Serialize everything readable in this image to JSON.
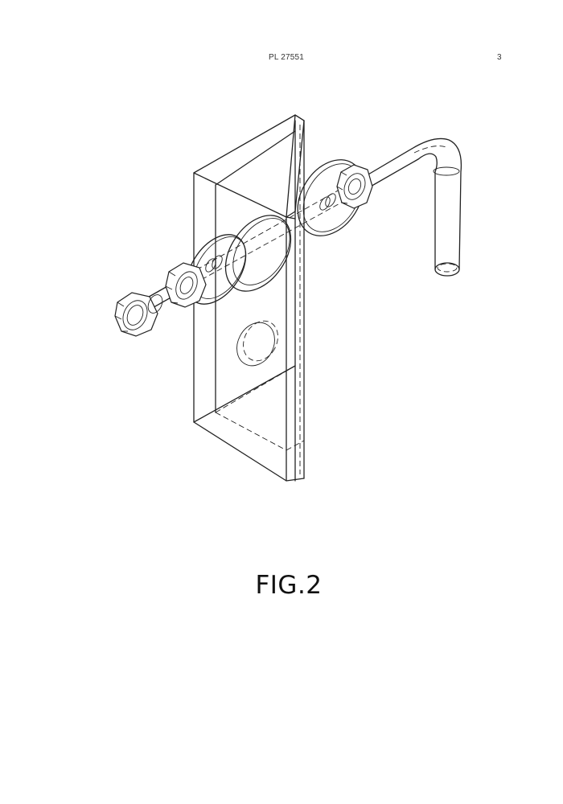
{
  "header": {
    "document_number": "PL 27551",
    "page_number": "3"
  },
  "figure": {
    "caption": "FIG.2"
  }
}
